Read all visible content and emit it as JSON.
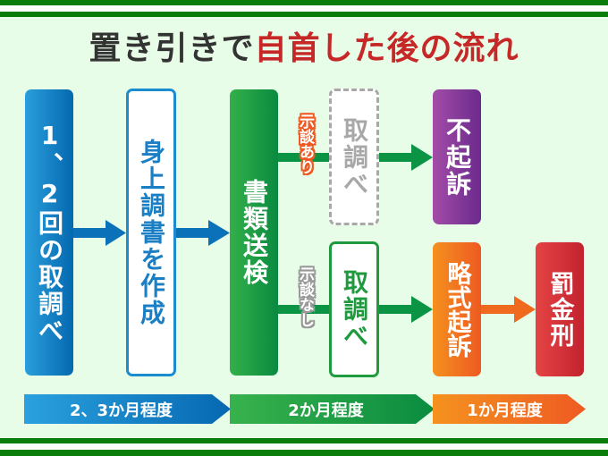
{
  "title": {
    "prefix": "置き引きで",
    "highlight": "自首した後の流れ"
  },
  "colors": {
    "frame_green": "#0a7d0a",
    "background": "#e8fde8",
    "blue": "#0b72b9",
    "green": "#0a9444",
    "purple": "#7b3597",
    "orange": "#f06a1e",
    "red": "#c62a2f",
    "gray": "#a8a8a8",
    "title_red": "#c62828"
  },
  "steps": {
    "interrogation_1": "1、2回の取調べ",
    "personal_record": "身上調書を作成",
    "referral": "書類送検",
    "interrogation_settled": "取調べ",
    "interrogation_unsettled": "取調べ",
    "non_prosecution": "不起訴",
    "summary_indictment": "略式起訴",
    "fine": "罰金刑"
  },
  "branch_labels": {
    "settled": "示談あり",
    "unsettled": "示談なし"
  },
  "timeline": [
    {
      "label": "2、3か月程度"
    },
    {
      "label": "2か月程度"
    },
    {
      "label": "1か月程度"
    }
  ]
}
